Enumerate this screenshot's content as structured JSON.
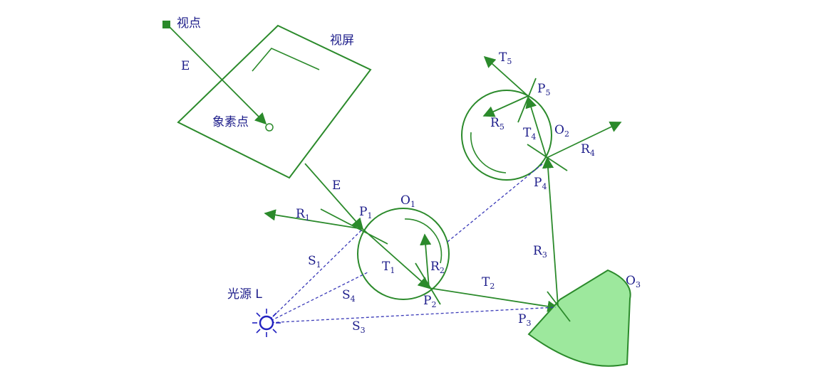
{
  "labels": {
    "viewpoint": "视点",
    "screen": "视屏",
    "pixel": "象素点",
    "light": "光源 L",
    "E1": "E",
    "E2": "E",
    "R1": "R",
    "R1_sub": "1",
    "R2": "R",
    "R2_sub": "2",
    "R3": "R",
    "R3_sub": "3",
    "R4": "R",
    "R4_sub": "4",
    "R5": "R",
    "R5_sub": "5",
    "T1": "T",
    "T1_sub": "1",
    "T2": "T",
    "T2_sub": "2",
    "T4": "T",
    "T4_sub": "4",
    "T5": "T",
    "T5_sub": "5",
    "P1": "P",
    "P1_sub": "1",
    "P2": "P",
    "P2_sub": "2",
    "P3": "P",
    "P3_sub": "3",
    "P4": "P",
    "P4_sub": "4",
    "P5": "P",
    "P5_sub": "5",
    "O1": "O",
    "O1_sub": "1",
    "O2": "O",
    "O2_sub": "2",
    "O3": "O",
    "O3_sub": "3",
    "S1": "S",
    "S1_sub": "1",
    "S3": "S",
    "S3_sub": "3",
    "S4": "S",
    "S4_sub": "4"
  },
  "colors": {
    "ray": "#2b8a2b",
    "label": "#1c1c8a",
    "shadow_ray": "#3a3ab8",
    "object_fill": "#9de89d"
  }
}
